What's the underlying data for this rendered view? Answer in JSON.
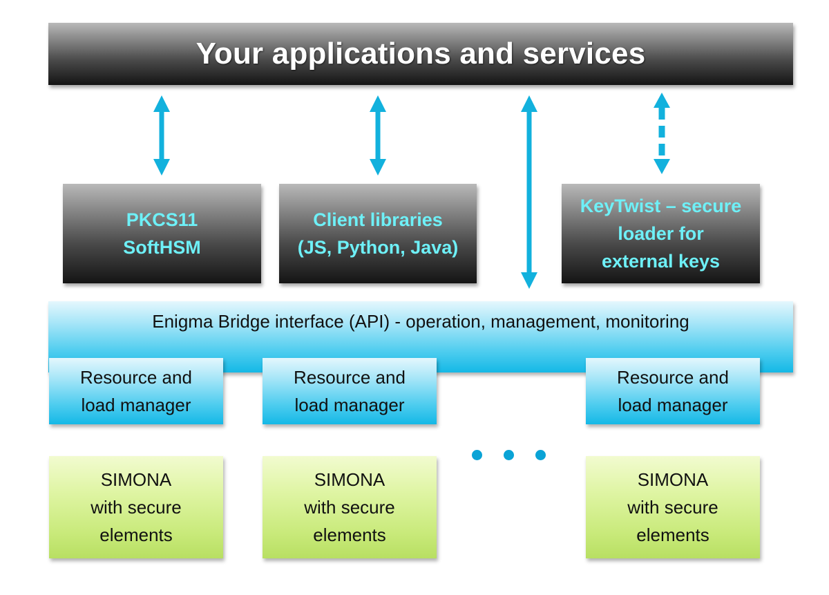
{
  "diagram": {
    "top_bar": {
      "label": "Your applications and services"
    },
    "middle_boxes": [
      {
        "id": "pkcs11",
        "label": "PKCS11\nSoftHSM"
      },
      {
        "id": "client-libraries",
        "label": "Client libraries\n(JS, Python, Java)"
      },
      {
        "id": "keytwist",
        "label": "KeyTwist – secure\nloader for\nexternal keys"
      }
    ],
    "connections": [
      {
        "from": "top_bar",
        "to": "pkcs11",
        "style": "solid",
        "direction": "bidirectional"
      },
      {
        "from": "top_bar",
        "to": "client-libraries",
        "style": "solid",
        "direction": "bidirectional"
      },
      {
        "from": "top_bar",
        "to": "api_bar",
        "style": "solid",
        "direction": "bidirectional"
      },
      {
        "from": "top_bar",
        "to": "keytwist",
        "style": "dashed",
        "direction": "bidirectional"
      }
    ],
    "api_bar": {
      "label": "Enigma Bridge interface (API) - operation, management, monitoring"
    },
    "managers": [
      {
        "label": "Resource and\nload manager"
      },
      {
        "label": "Resource and\nload manager"
      },
      {
        "label": "Resource and\nload manager"
      }
    ],
    "simona": [
      {
        "label": "SIMONA\nwith secure\nelements"
      },
      {
        "label": "SIMONA\nwith secure\nelements"
      },
      {
        "label": "SIMONA\nwith secure\nelements"
      }
    ],
    "ellipsis": "more instances",
    "colors": {
      "arrow": "#12b1dd",
      "cyan_text": "#6ef0f7",
      "ellipsis_dots": "#0aa3d6",
      "api_blue": "#14b8e6",
      "simona_green": "#c9ea7b"
    }
  }
}
